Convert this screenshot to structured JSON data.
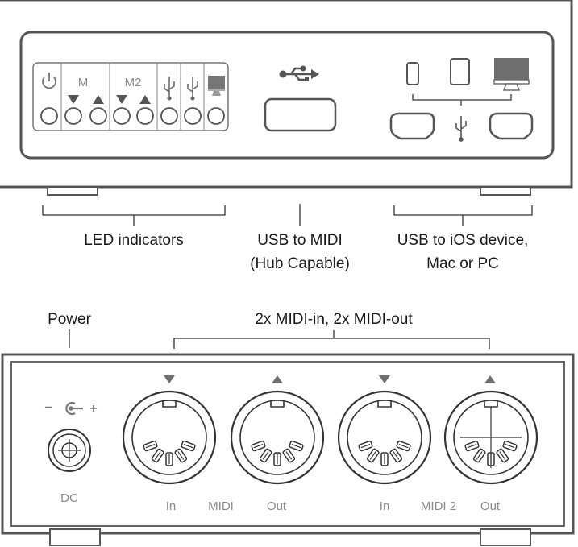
{
  "top_panel": {
    "led_group_labels": [
      "M",
      "M2"
    ],
    "led_icons": [
      "power-icon",
      "down-arrow-icon",
      "up-arrow-icon",
      "down-arrow-icon",
      "up-arrow-icon",
      "usb-icon",
      "usb-icon",
      "computer-icon"
    ],
    "center_icon": "usb-icon",
    "device_icons": [
      "phone-icon",
      "tablet-icon",
      "monitor-icon"
    ],
    "port_icon": "usb-icon"
  },
  "callouts": {
    "led_indicators": "LED indicators",
    "usb_midi_line1": "USB to MIDI",
    "usb_midi_line2": "(Hub Capable)",
    "usb_ios_line1": "USB to iOS device,",
    "usb_ios_line2": "Mac or PC",
    "power": "Power",
    "midi_io": "2x MIDI-in, 2x MIDI-out"
  },
  "bottom_panel": {
    "dc_polarity_minus": "−",
    "dc_polarity_plus": "+",
    "dc_label": "DC",
    "port_labels": [
      "In",
      "MIDI",
      "Out",
      "In",
      "MIDI 2",
      "Out"
    ],
    "port_arrows": [
      "down",
      "up",
      "down",
      "up"
    ]
  },
  "colors": {
    "outline": "#555555",
    "label_gray": "#8a8a8a",
    "text": "#1a1a1a",
    "arrow_gray": "#6e6e6e"
  }
}
